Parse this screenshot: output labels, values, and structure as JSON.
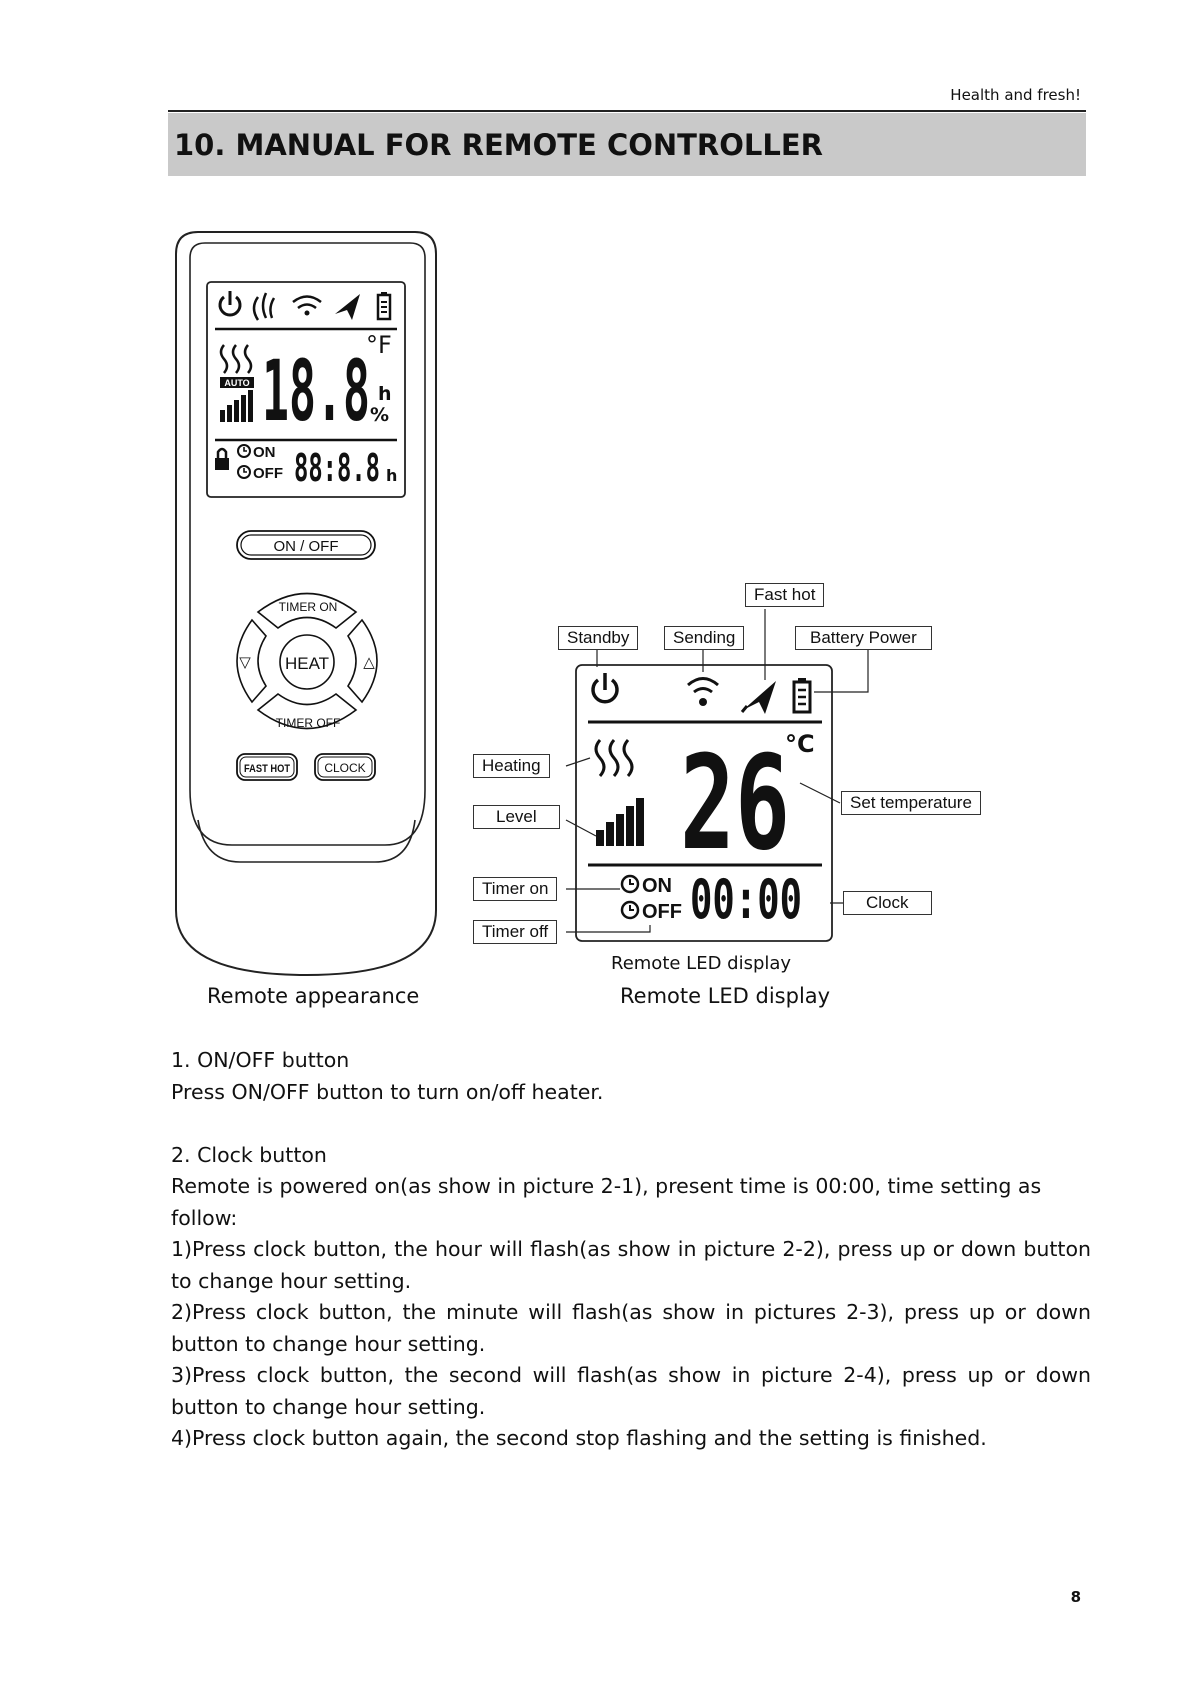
{
  "header": {
    "tagline": "Health and fresh!"
  },
  "section": {
    "title": "10. MANUAL FOR REMOTE CONTROLLER"
  },
  "remote": {
    "lcd_temp": "18.8",
    "lcd_unit": "°F",
    "lcd_h": "h",
    "lcd_pct": "%",
    "auto_label": "AUTO",
    "timer_on": "ON",
    "timer_off": "OFF",
    "clock_digits": "88:8.8",
    "clock_h": "h",
    "buttons": {
      "on_off": "ON / OFF",
      "timer_on": "TIMER ON",
      "heat": "HEAT",
      "timer_off": "TIMER OFF",
      "fast_hot": "FAST HOT",
      "clock": "CLOCK",
      "down": "▽",
      "up": "△"
    }
  },
  "display": {
    "temp": "26",
    "unit": "°C",
    "timer_on": "ON",
    "timer_off": "OFF",
    "clock": "00:00",
    "labels": {
      "standby": "Standby",
      "sending": "Sending",
      "fast_hot": "Fast hot",
      "battery": "Battery Power",
      "heating": "Heating",
      "level": "Level",
      "set_temp": "Set temperature",
      "timer_on": "Timer on",
      "timer_off": "Timer off",
      "clock": "Clock"
    }
  },
  "captions": {
    "remote_appearance": "Remote appearance",
    "led_display_small": "Remote LED display",
    "led_display": "Remote LED display"
  },
  "body": {
    "s1_title": "1. ON/OFF button",
    "s1_text": "Press ON/OFF button to turn on/off heater.",
    "s2_title": "2. Clock button",
    "s2_intro": "Remote is powered on(as show in picture 2-1), present time is 00:00, time setting as follow:",
    "s2_step1": "1)Press clock button, the hour will flash(as show in picture 2-2), press up or down button to change hour setting.",
    "s2_step2": "2)Press clock button, the minute will flash(as show in pictures 2-3), press up or down button to change hour setting.",
    "s2_step3": "3)Press clock button, the second will flash(as show in picture 2-4), press up or down button to change hour setting.",
    "s2_step4": "4)Press clock button again, the second stop flashing and the setting is finished."
  },
  "footer": {
    "page_number": "8"
  }
}
